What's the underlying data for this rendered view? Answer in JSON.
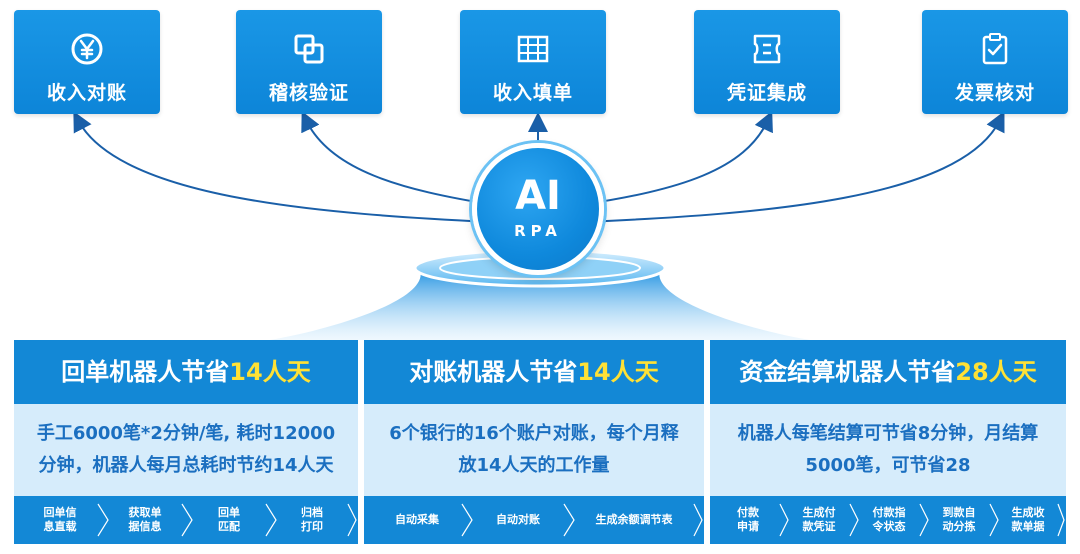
{
  "top_items": [
    {
      "label": "收入对账",
      "icon": "yen-circle-icon"
    },
    {
      "label": "稽核验证",
      "icon": "overlap-squares-icon"
    },
    {
      "label": "收入填单",
      "icon": "table-icon"
    },
    {
      "label": "凭证集成",
      "icon": "voucher-icon"
    },
    {
      "label": "发票核对",
      "icon": "clipboard-check-icon"
    }
  ],
  "hub": {
    "title": "AI",
    "subtitle": "RPA"
  },
  "panels": [
    {
      "title": "回单机器人节省",
      "highlight": "14人天",
      "desc_line1": "手工6000笔*2分钟/笔, 耗时12000",
      "desc_line2": "分钟，机器人每月总耗时节约14人天",
      "steps": [
        {
          "line1": "回单信",
          "line2": "息直载"
        },
        {
          "line1": "获取单",
          "line2": "据信息"
        },
        {
          "line1": "回单",
          "line2": "匹配"
        },
        {
          "line1": "归档",
          "line2": "打印"
        }
      ]
    },
    {
      "title": "对账机器人节省",
      "highlight": "14人天",
      "desc_line1": "6个银行的16个账户对账，每个月释",
      "desc_line2": "放14人天的工作量",
      "steps": [
        {
          "line1": "自动采集",
          "line2": ""
        },
        {
          "line1": "自动对账",
          "line2": ""
        },
        {
          "line1": "生成余额调节表",
          "line2": ""
        }
      ]
    },
    {
      "title": "资金结算机器人节省",
      "highlight": "28人天",
      "desc_line1": "机器人每笔结算可节省8分钟，月结算",
      "desc_line2": "5000笔，可节省28",
      "steps": [
        {
          "line1": "付款",
          "line2": "申请"
        },
        {
          "line1": "生成付",
          "line2": "款凭证"
        },
        {
          "line1": "付款指",
          "line2": "令状态"
        },
        {
          "line1": "到款自",
          "line2": "动分拣"
        },
        {
          "line1": "生成收",
          "line2": "款单据"
        }
      ]
    }
  ],
  "colors": {
    "primary": "#1388d6",
    "highlight": "#ffe135",
    "panel_bg": "#d6ecfb",
    "text_blue": "#1b6fc0",
    "line": "#1a5fa8"
  }
}
